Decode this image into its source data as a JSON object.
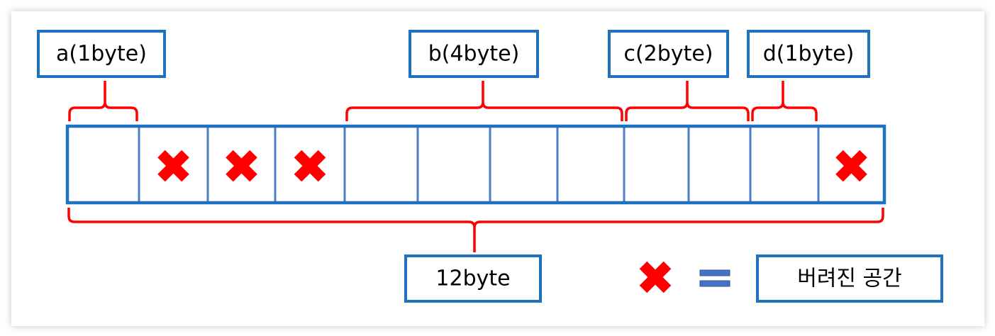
{
  "title": "",
  "fields": [
    {
      "name": "a",
      "label": "a(1byte)",
      "start": 0,
      "bytes": 1
    },
    {
      "name": "b",
      "label": "b(4byte)",
      "start": 4,
      "bytes": 4
    },
    {
      "name": "c",
      "label": "c(2byte)",
      "start": 8,
      "bytes": 2
    },
    {
      "name": "d",
      "label": "d(1byte)",
      "start": 10,
      "bytes": 1
    }
  ],
  "cells": [
    {
      "index": 0,
      "padding": false
    },
    {
      "index": 1,
      "padding": true
    },
    {
      "index": 2,
      "padding": true
    },
    {
      "index": 3,
      "padding": true
    },
    {
      "index": 4,
      "padding": false
    },
    {
      "index": 5,
      "padding": false
    },
    {
      "index": 6,
      "padding": false
    },
    {
      "index": 7,
      "padding": false
    },
    {
      "index": 8,
      "padding": false
    },
    {
      "index": 9,
      "padding": false
    },
    {
      "index": 10,
      "padding": false
    },
    {
      "index": 11,
      "padding": true
    }
  ],
  "total": {
    "label": "12byte",
    "bytes": 12
  },
  "legend": {
    "symbol": "cross-icon",
    "equals": "equals-icon",
    "text": "버려진 공간"
  },
  "colors": {
    "box_border": "#1f72c0",
    "cell_border": "#4f7fc7",
    "bracket": "#ff0000",
    "cross": "#ff0000",
    "equals": "#4472c4",
    "text": "#000000"
  }
}
